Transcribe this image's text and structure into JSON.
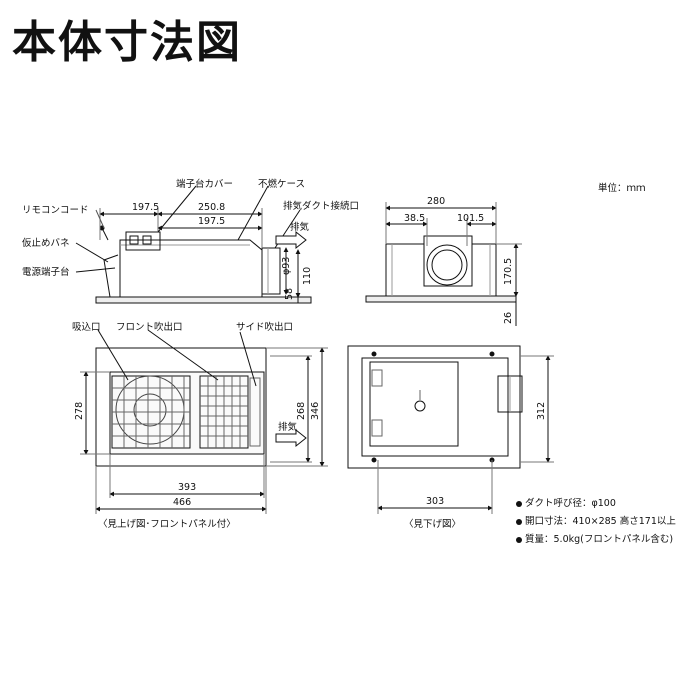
{
  "title": "本体寸法図",
  "unit": "単位：ｍｍ",
  "side_view": {
    "labels": {
      "remote_cord": "リモコンコード",
      "temp_spring": "仮止めバネ",
      "power_terminal": "電源端子台",
      "terminal_cover": "端子台カバー",
      "fireproof_case": "不燃ケース",
      "exhaust_duct": "排気ダクト接続口",
      "exhaust": "排気"
    },
    "dims": {
      "d197_5_a": "197.5",
      "d250_8": "250.8",
      "d197_5_b": "197.5",
      "phi93": "φ93",
      "d110": "110",
      "d58": "58"
    }
  },
  "end_view": {
    "dims": {
      "d280": "280",
      "d38_5": "38.5",
      "d101_5": "101.5",
      "d170_5": "170.5",
      "d26": "26"
    }
  },
  "bottom_view": {
    "labels": {
      "intake": "吸込口",
      "front_outlet": "フロント吹出口",
      "side_outlet": "サイド吹出口",
      "exhaust": "排気"
    },
    "dims": {
      "d278": "278",
      "d268": "268",
      "d346": "346",
      "d393": "393",
      "d466": "466"
    },
    "caption": "〈見上げ図･フロントパネル付〉"
  },
  "top_view": {
    "dims": {
      "d312": "312",
      "d303": "303"
    },
    "caption": "〈見下げ図〉"
  },
  "specs": [
    "ダクト呼び径：φ100",
    "開口寸法：410×285  高さ171以上",
    "質量：5.0kg(フロントパネル含む)"
  ]
}
